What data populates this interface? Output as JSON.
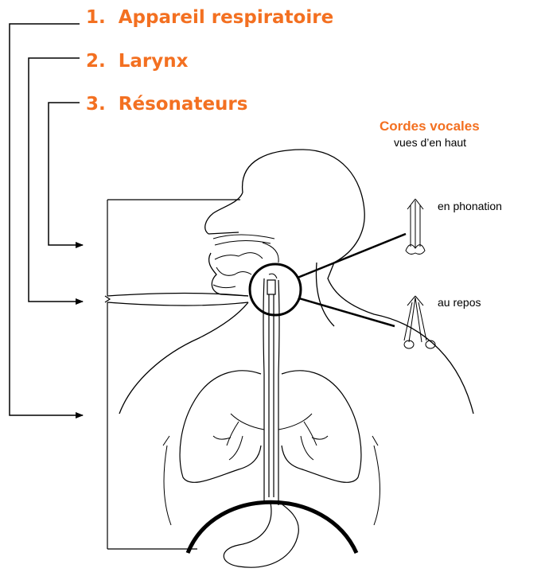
{
  "headings": {
    "item1": "1.  Appareil respiratoire",
    "item2": "2.  Larynx",
    "item3": "3.  Résonateurs"
  },
  "vocal_cords": {
    "title": "Cordes vocales",
    "subtitle": "vues d’en haut",
    "phonation_label": "en phonation",
    "rest_label": "au repos"
  },
  "colors": {
    "accent": "#f37021",
    "ink": "#000000"
  }
}
